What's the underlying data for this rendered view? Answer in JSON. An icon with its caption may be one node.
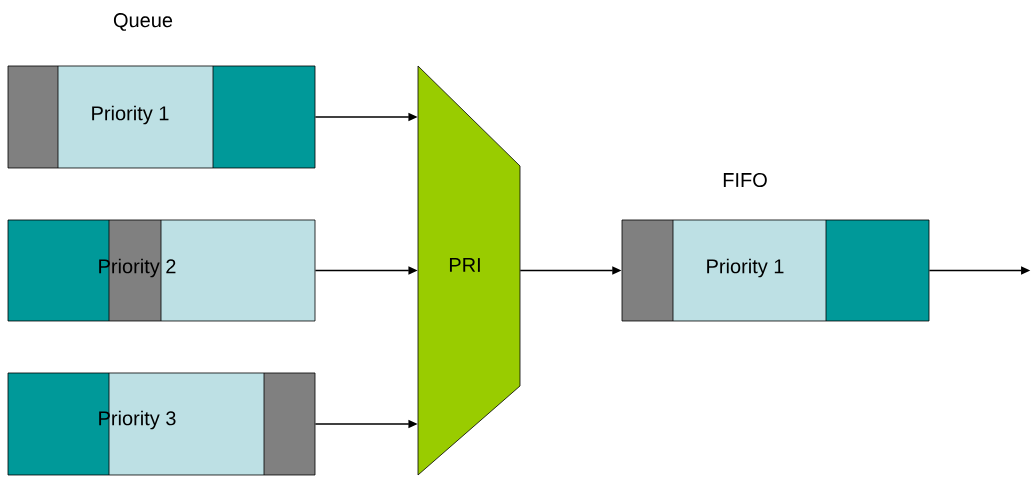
{
  "diagram": {
    "nodes": [
      {
        "text": [
          "Priority 1"
        ]
      },
      {
        "text": [
          "Priority 2"
        ]
      },
      {
        "text": [
          "Priority 3"
        ]
      },
      {
        "text": [
          "PRI"
        ]
      },
      {
        "text": [
          "Priority 1"
        ]
      }
    ],
    "edges": [
      {
        "from": 0,
        "to": 3,
        "arrow": "to"
      },
      {
        "from": 1,
        "to": 3,
        "arrow": "to"
      },
      {
        "from": 2,
        "to": 3,
        "arrow": "to"
      },
      {
        "from": 3,
        "to": 4,
        "arrow": "to"
      },
      {
        "from": 4,
        "to": null,
        "arrow": "to"
      }
    ],
    "labels": [
      "Queue",
      "FIFO"
    ]
  }
}
